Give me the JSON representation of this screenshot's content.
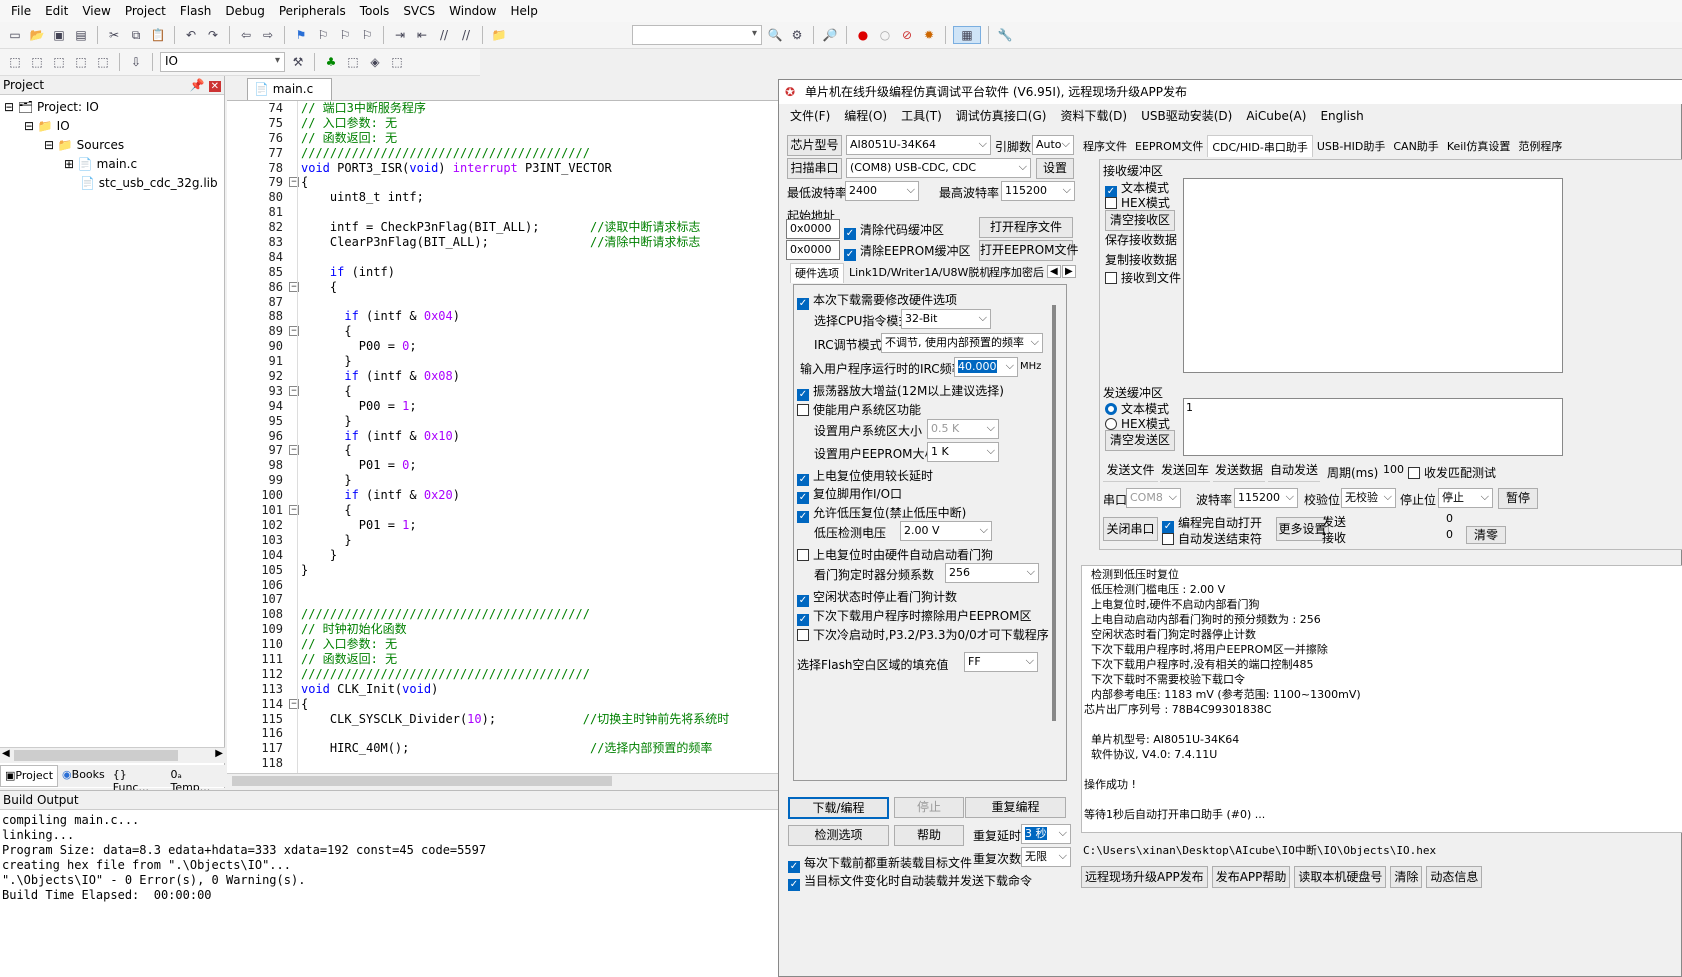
{
  "menu": [
    "File",
    "Edit",
    "View",
    "Project",
    "Flash",
    "Debug",
    "Peripherals",
    "Tools",
    "SVCS",
    "Window",
    "Help"
  ],
  "toolbar": {
    "target_combo": "IO"
  },
  "project_panel": {
    "title": "Project",
    "tree": [
      "Project: IO",
      "IO",
      "Sources",
      "main.c",
      "stc_usb_cdc_32g.lib"
    ],
    "tabs": [
      "Project",
      "Books",
      "{} Func...",
      "0ₐ Temp..."
    ]
  },
  "editor": {
    "tab": "main.c",
    "lines": [
      {
        "n": "74",
        "f": "",
        "h": "<span class='cm'>// 端口3中断服务程序</span>"
      },
      {
        "n": "75",
        "f": "",
        "h": "<span class='cm'>// 入口参数: 无</span>"
      },
      {
        "n": "76",
        "f": "",
        "h": "<span class='cm'>// 函数返回: 无</span>"
      },
      {
        "n": "77",
        "f": "",
        "h": "<span class='cm'>////////////////////////////////////////</span>"
      },
      {
        "n": "78",
        "f": "",
        "h": "<span class='kw'>void</span> PORT3_ISR(<span class='kw'>void</span>) <span class='nm'>interrupt</span> P3INT_VECTOR"
      },
      {
        "n": "79",
        "f": "−",
        "h": "{"
      },
      {
        "n": "80",
        "f": "",
        "h": "    uint8_t intf;"
      },
      {
        "n": "81",
        "f": "",
        "h": ""
      },
      {
        "n": "82",
        "f": "",
        "h": "    intf = CheckP3nFlag(BIT_ALL);       <span class='cm'>//读取中断请求标志</span>"
      },
      {
        "n": "83",
        "f": "",
        "h": "    ClearP3nFlag(BIT_ALL);              <span class='cm'>//清除中断请求标志</span>"
      },
      {
        "n": "84",
        "f": "",
        "h": ""
      },
      {
        "n": "85",
        "f": "",
        "h": "    <span class='kw'>if</span> (intf)"
      },
      {
        "n": "86",
        "f": "−",
        "h": "    {"
      },
      {
        "n": "87",
        "f": "",
        "h": ""
      },
      {
        "n": "88",
        "f": "",
        "h": "      <span class='kw'>if</span> (intf & <span class='nm'>0x04</span>)"
      },
      {
        "n": "89",
        "f": "−",
        "h": "      {"
      },
      {
        "n": "90",
        "f": "",
        "h": "        P00 = <span class='nm'>0</span>;"
      },
      {
        "n": "91",
        "f": "",
        "h": "      }"
      },
      {
        "n": "92",
        "f": "",
        "h": "      <span class='kw'>if</span> (intf & <span class='nm'>0x08</span>)"
      },
      {
        "n": "93",
        "f": "−",
        "h": "      {"
      },
      {
        "n": "94",
        "f": "",
        "h": "        P00 = <span class='nm'>1</span>;"
      },
      {
        "n": "95",
        "f": "",
        "h": "      }"
      },
      {
        "n": "96",
        "f": "",
        "h": "      <span class='kw'>if</span> (intf & <span class='nm'>0x10</span>)"
      },
      {
        "n": "97",
        "f": "−",
        "h": "      {"
      },
      {
        "n": "98",
        "f": "",
        "h": "        P01 = <span class='nm'>0</span>;"
      },
      {
        "n": "99",
        "f": "",
        "h": "      }"
      },
      {
        "n": "100",
        "f": "",
        "h": "      <span class='kw'>if</span> (intf & <span class='nm'>0x20</span>)"
      },
      {
        "n": "101",
        "f": "−",
        "h": "      {"
      },
      {
        "n": "102",
        "f": "",
        "h": "        P01 = <span class='nm'>1</span>;"
      },
      {
        "n": "103",
        "f": "",
        "h": "      }"
      },
      {
        "n": "104",
        "f": "",
        "h": "    }"
      },
      {
        "n": "105",
        "f": "",
        "h": "}"
      },
      {
        "n": "106",
        "f": "",
        "h": ""
      },
      {
        "n": "107",
        "f": "",
        "h": ""
      },
      {
        "n": "108",
        "f": "",
        "h": "<span class='cm'>////////////////////////////////////////</span>"
      },
      {
        "n": "109",
        "f": "",
        "h": "<span class='cm'>// 时钟初始化函数</span>"
      },
      {
        "n": "110",
        "f": "",
        "h": "<span class='cm'>// 入口参数: 无</span>"
      },
      {
        "n": "111",
        "f": "",
        "h": "<span class='cm'>// 函数返回: 无</span>"
      },
      {
        "n": "112",
        "f": "",
        "h": "<span class='cm'>////////////////////////////////////////</span>"
      },
      {
        "n": "113",
        "f": "",
        "h": "<span class='kw'>void</span> CLK_Init(<span class='kw'>void</span>)"
      },
      {
        "n": "114",
        "f": "−",
        "h": "{"
      },
      {
        "n": "115",
        "f": "",
        "h": "    CLK_SYSCLK_Divider(<span class='nm'>10</span>);            <span class='cm'>//切换主时钟前先将系统时</span>"
      },
      {
        "n": "116",
        "f": "",
        "h": ""
      },
      {
        "n": "117",
        "f": "",
        "h": "    HIRC_40M();                         <span class='cm'>//选择内部预置的频率</span>"
      },
      {
        "n": "118",
        "f": "",
        "h": ""
      }
    ]
  },
  "build_output": {
    "title": "Build Output",
    "lines": [
      "compiling main.c...",
      "linking...",
      "Program Size: data=8.3 edata+hdata=333 xdata=192 const=45 code=5597",
      "creating hex file from \".\\Objects\\IO\"...",
      "\".\\Objects\\IO\" - 0 Error(s), 0 Warning(s).",
      "Build Time Elapsed:  00:00:00"
    ]
  },
  "isp": {
    "title": "单片机在线升级编程仿真调试平台软件 (V6.95I), 远程现场升级APP发布",
    "menu": [
      "文件(F)",
      "编程(O)",
      "工具(T)",
      "调试仿真接口(G)",
      "资料下载(D)",
      "USB驱动安装(D)",
      "AiCube(A)",
      "English"
    ],
    "chip_label": "芯片型号",
    "chip": "AI8051U-34K64",
    "pin_label": "引脚数",
    "pin": "Auto",
    "scan_label": "扫描串口",
    "port": "(COM8) USB-CDC, CDC",
    "settings": "设置",
    "min_baud_label": "最低波特率",
    "min_baud": "2400",
    "max_baud_label": "最高波特率",
    "max_baud": "115200",
    "start_addr_label": "起始地址",
    "addr1": "0x0000",
    "addr2": "0x0000",
    "clear_code": "清除代码缓冲区",
    "clear_eeprom": "清除EEPROM缓冲区",
    "open_prog": "打开程序文件",
    "open_eeprom": "打开EEPROM文件",
    "left_tabs": [
      "硬件选项",
      "Link1D/Writer1A/U8W脱机",
      "程序加密后"
    ],
    "hw": {
      "opt1": "本次下载需要修改硬件选项",
      "cpu_label": "选择CPU指令模式",
      "cpu": "32-Bit",
      "irc_label": "IRC调节模式",
      "irc": "不调节, 使用内部预置的频率",
      "freq_label": "输入用户程序运行时的IRC频率",
      "freq": "40.000",
      "mhz": "MHz",
      "osc": "振荡器放大增益(12M以上建议选择)",
      "usr_sys": "使能用户系统区功能",
      "usr_sys_size_label": "设置用户系统区大小",
      "usr_sys_size": "0.5 K",
      "eeprom_size_label": "设置用户EEPROM大小",
      "eeprom_size": "1   K",
      "pwr_delay": "上电复位使用较长延时",
      "reset_io": "复位脚用作I/O口",
      "lvr": "允许低压复位(禁止低压中断)",
      "lvd_label": "低压检测电压",
      "lvd": "2.00 V",
      "wdt_auto": "上电复位时由硬件自动启动看门狗",
      "wdt_div_label": "看门狗定时器分频系数",
      "wdt_div": "256",
      "idle_wdt": "空闲状态时停止看门狗计数",
      "erase_eeprom": "下次下载用户程序时擦除用户EEPROM区",
      "cold_boot": "下次冷启动时,P3.2/P3.3为0/0才可下载程序",
      "fill_label": "选择Flash空白区域的填充值",
      "fill": "FF"
    },
    "right_tabs": [
      "程序文件",
      "EEPROM文件",
      "CDC/HID-串口助手",
      "USB-HID助手",
      "CAN助手",
      "Keil仿真设置",
      "范例程序"
    ],
    "recv_title": "接收缓冲区",
    "text_mode": "文本模式",
    "hex_mode": "HEX模式",
    "clear_recv": "清空接收区",
    "save_recv": "保存接收数据",
    "copy_recv": "复制接收数据",
    "recv_file": "接收到文件",
    "send_title": "发送缓冲区",
    "send_text": "1",
    "clear_send": "清空发送区",
    "send_file": "发送文件",
    "send_enter": "发送回车",
    "send_data": "发送数据",
    "auto_send": "自动发送",
    "period_label": "周期(ms)",
    "period": "100",
    "loop_test": "收发匹配测试",
    "port_label": "串口",
    "port2": "COM8",
    "baud_label": "波特率",
    "baud": "115200",
    "parity_label": "校验位",
    "parity": "无校验",
    "stop_label": "停止位",
    "stop": "停止",
    "pause": "暂停",
    "close_port": "关闭串口",
    "auto_open": "编程完自动打开",
    "auto_send_end": "自动发送结束符",
    "more": "更多设置",
    "send_label": "发送",
    "recv_label": "接收",
    "send_cnt": "0",
    "recv_cnt": "0",
    "clear_cnt": "清零",
    "log": [
      "  检测到低压时复位",
      "  低压检测门槛电压 : 2.00 V",
      "  上电复位时,硬件不启动内部看门狗",
      "  上电自动启动内部看门狗时的预分频数为 : 256",
      "  空闲状态时看门狗定时器停止计数",
      "  下次下载用户程序时,将用户EEPROM区一并擦除",
      "  下次下载用户程序时,没有相关的端口控制485",
      "  下次下载时不需要校验下载口令",
      "  内部参考电压: 1183 mV (参考范围: 1100~1300mV)",
      "芯片出厂序列号 : 78B4C99301838C",
      "",
      "  单片机型号: AI8051U-34K64",
      "  软件协议, V4.0: 7.4.11U",
      "",
      "操作成功 !",
      "",
      "等待1秒后自动打开串口助手 (#0) ..."
    ],
    "hex_path": "C:\\Users\\xinan\\Desktop\\AIcube\\IO中断\\IO\\Objects\\IO.hex",
    "download": "下载/编程",
    "reprogram": "重复编程",
    "check": "检测选项",
    "help": "帮助",
    "repeat_delay_label": "重复延时",
    "repeat_delay": "3 秒",
    "repeat_cnt_label": "重复次数",
    "repeat_cnt": "无限",
    "reload": "每次下载前都重新装载目标文件",
    "auto_load": "当目标文件变化时自动装载并发送下载命令",
    "bottom_btns": [
      "远程现场升级APP发布",
      "发布APP帮助",
      "读取本机硬盘号",
      "清除",
      "动态信息"
    ]
  }
}
